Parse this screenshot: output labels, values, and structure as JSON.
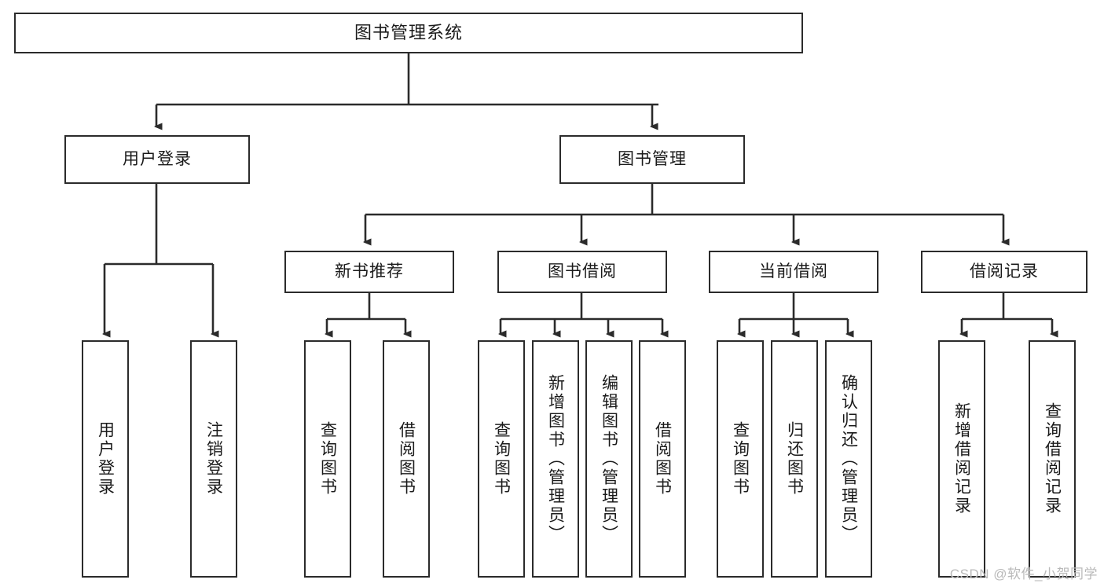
{
  "diagram": {
    "title": "图书管理系统",
    "type": "tree-hierarchy-chart",
    "background": "#ffffff",
    "line_color": "#2b2b2b",
    "box_border_color": "#2b2b2b",
    "box_fill": "#ffffff",
    "text_color": "#1a1a1a"
  },
  "root": {
    "label": "图书管理系统"
  },
  "level1": [
    {
      "label": "用户登录"
    },
    {
      "label": "图书管理"
    }
  ],
  "level2": [
    {
      "label": "新书推荐"
    },
    {
      "label": "图书借阅"
    },
    {
      "label": "当前借阅"
    },
    {
      "label": "借阅记录"
    }
  ],
  "leaves": {
    "user_login": [
      {
        "label": "用户登录"
      },
      {
        "label": "注销登录"
      }
    ],
    "new_book_recommend": [
      {
        "label": "查询图书"
      },
      {
        "label": "借阅图书"
      }
    ],
    "book_borrow": [
      {
        "label": "查询图书"
      },
      {
        "label": "新增图书（管理员）"
      },
      {
        "label": "编辑图书（管理员）"
      },
      {
        "label": "借阅图书"
      }
    ],
    "current_borrow": [
      {
        "label": "查询图书"
      },
      {
        "label": "归还图书"
      },
      {
        "label": "确认归还（管理员）"
      }
    ],
    "borrow_record": [
      {
        "label": "新增借阅记录"
      },
      {
        "label": "查询借阅记录"
      }
    ]
  },
  "watermark": {
    "text": "CSDN @软件_小贺同学"
  }
}
